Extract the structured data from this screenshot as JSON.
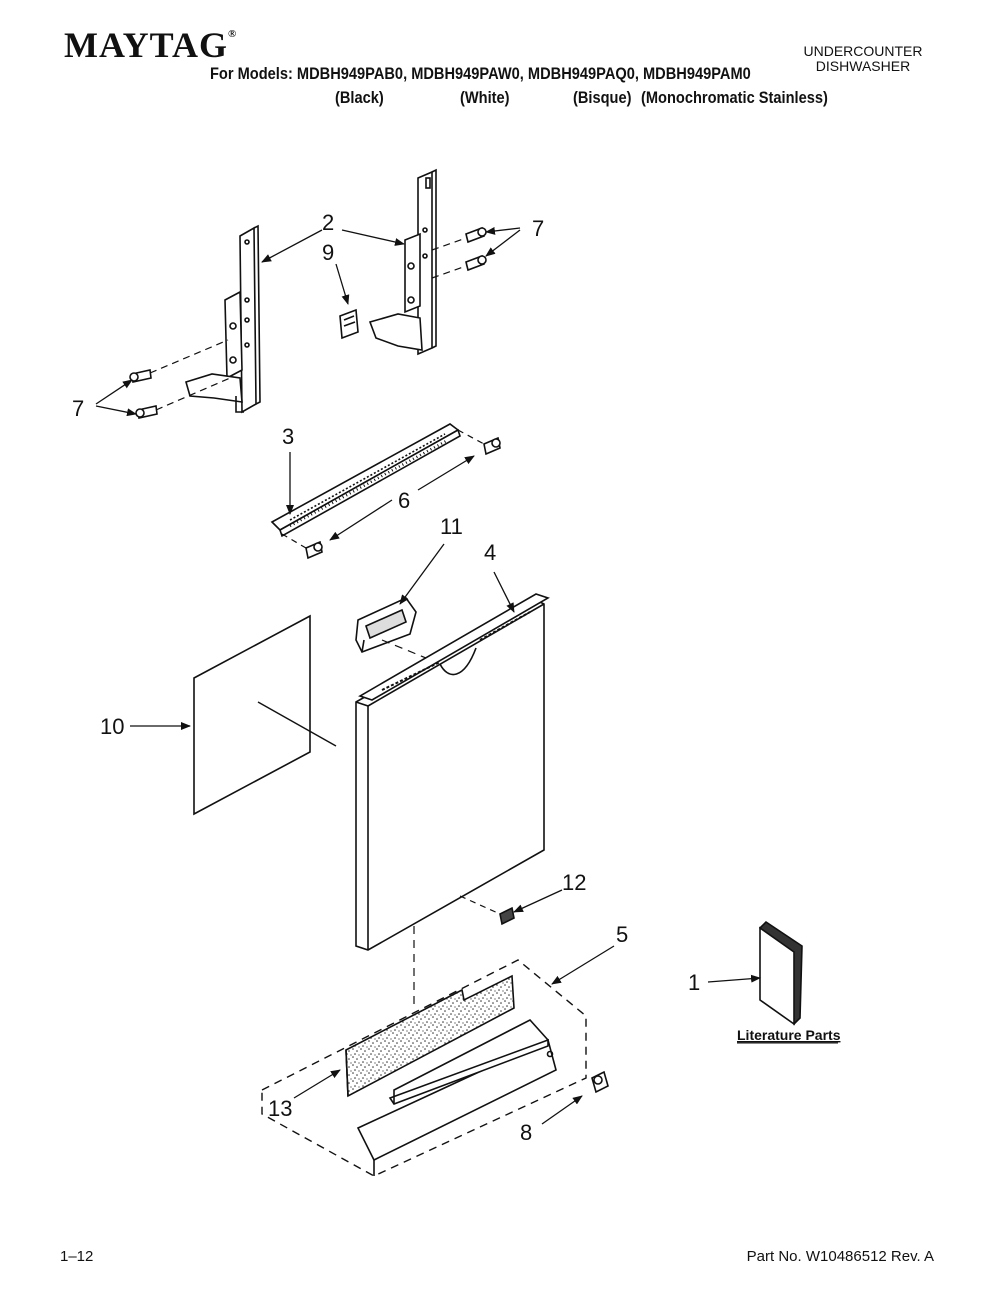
{
  "header": {
    "brand": "MAYTAG",
    "brand_mark": "®",
    "models_line": "For Models: MDBH949PAB0, MDBH949PAW0, MDBH949PAQ0, MDBH949PAM0",
    "variants": [
      "(Black)",
      "(White)",
      "(Bisque)",
      "(Monochromatic Stainless)"
    ],
    "product_line1": "UNDERCOUNTER",
    "product_line2": "DISHWASHER"
  },
  "callouts": [
    "1",
    "2",
    "3",
    "4",
    "5",
    "6",
    "7",
    "7",
    "8",
    "9",
    "10",
    "11",
    "12",
    "13"
  ],
  "literature_label": "Literature Parts",
  "footer": {
    "page": "1–12",
    "part_no": "Part No. W10486512 Rev. A"
  }
}
